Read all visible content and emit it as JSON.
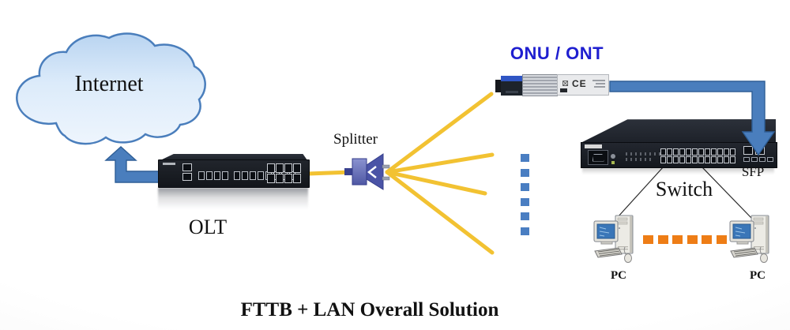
{
  "title": "FTTB + LAN Overall Solution",
  "labels": {
    "internet": "Internet",
    "olt": "OLT",
    "splitter": "Splitter",
    "onu": "ONU / ONT",
    "switch": "Switch",
    "sfp": "SFP",
    "pc_left": "PC",
    "pc_right": "PC",
    "ce_mark": "CE"
  },
  "icons": {
    "weee": "⊠"
  },
  "colors": {
    "fiber": "#F2C232",
    "cloud_border": "#4A7EBC",
    "arrow_blue": "#4A7EBD",
    "arrow_border": "#2F5F97",
    "onu_text": "#1F1FD0",
    "dash_blue": "#4A7EC2",
    "dash_orange": "#EE7D16",
    "device_dark": "#1C2026"
  }
}
